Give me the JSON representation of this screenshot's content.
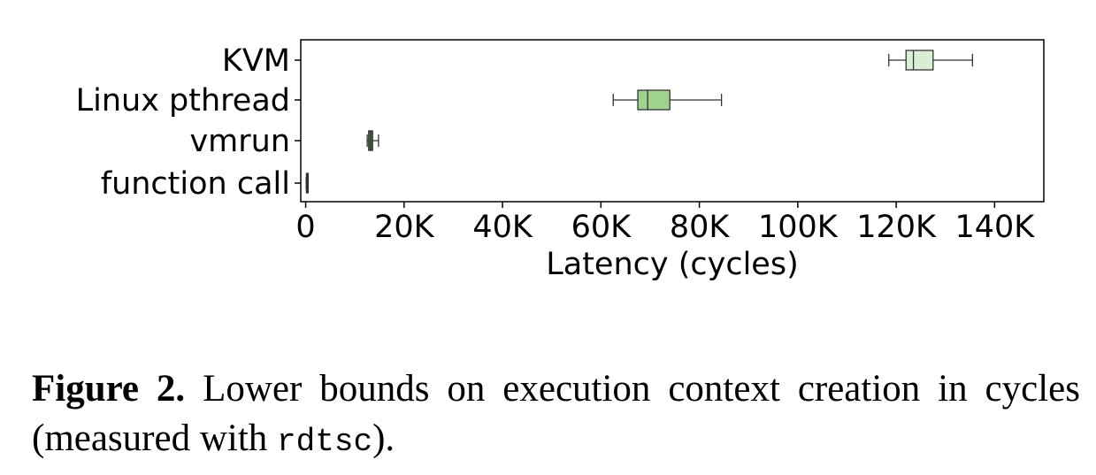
{
  "chart_data": {
    "type": "boxplot",
    "orientation": "horizontal",
    "categories": [
      "KVM",
      "Linux pthread",
      "vmrun",
      "function call"
    ],
    "boxes": [
      {
        "label": "KVM",
        "whisker_low": 118500,
        "q1": 122000,
        "median": 123500,
        "q3": 127500,
        "whisker_high": 135500,
        "color": "#d9efd3"
      },
      {
        "label": "Linux pthread",
        "whisker_low": 62500,
        "q1": 67500,
        "median": 69500,
        "q3": 74000,
        "whisker_high": 84500,
        "color": "#9fd18f"
      },
      {
        "label": "vmrun",
        "whisker_low": 12500,
        "q1": 12800,
        "median": 13200,
        "q3": 13600,
        "whisker_high": 14800,
        "color": "#3e7a44"
      },
      {
        "label": "function call",
        "whisker_low": 100,
        "q1": 150,
        "median": 200,
        "q3": 250,
        "whisker_high": 300,
        "color": "#1c3d22"
      }
    ],
    "x_ticks": [
      0,
      20000,
      40000,
      60000,
      80000,
      100000,
      120000,
      140000
    ],
    "x_tick_labels": [
      "0",
      "20K",
      "40K",
      "60K",
      "80K",
      "100K",
      "120K",
      "140K"
    ],
    "xlim": [
      -1000,
      150000
    ],
    "xlabel": "Latency (cycles)",
    "ylabel": "",
    "title": "",
    "grid": false
  },
  "caption": {
    "figure_number": "Figure 2.",
    "text_before_code": " Lower bounds on execution context creation in cycles (measured with ",
    "code": "rdtsc",
    "text_after_code": ")."
  }
}
